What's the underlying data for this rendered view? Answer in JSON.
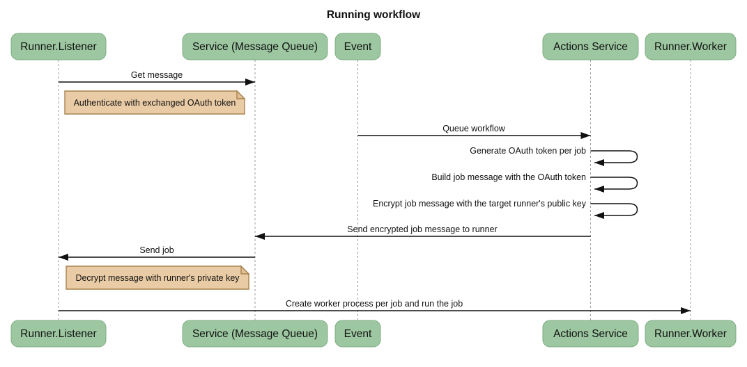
{
  "title": "Running workflow",
  "diagram_type": "sequence",
  "colors": {
    "actor_fill": "#9cc7a0",
    "actor_border": "#7fae85",
    "note_fill": "#e9cba5",
    "note_fold": "#e2bf94",
    "note_border": "#a8834f",
    "lifeline": "#9b9b9b",
    "message": "#111111"
  },
  "participants": [
    {
      "label": "Runner.Listener"
    },
    {
      "label": "Service (Message Queue)"
    },
    {
      "label": "Event"
    },
    {
      "label": "Actions Service"
    },
    {
      "label": "Runner.Worker"
    }
  ],
  "messages": [
    {
      "label": "Get message",
      "from": "Runner.Listener",
      "to": "Service (Message Queue)",
      "type": "solid"
    },
    {
      "label": "Queue workflow",
      "from": "Event",
      "to": "Actions Service",
      "type": "solid"
    },
    {
      "label": "Generate OAuth token per job",
      "from": "Actions Service",
      "to": "Actions Service",
      "type": "self"
    },
    {
      "label": "Build job message with the OAuth token",
      "from": "Actions Service",
      "to": "Actions Service",
      "type": "self"
    },
    {
      "label": "Encrypt job message with the target runner's public key",
      "from": "Actions Service",
      "to": "Actions Service",
      "type": "self"
    },
    {
      "label": "Send encrypted job message to runner",
      "from": "Actions Service",
      "to": "Service (Message Queue)",
      "type": "solid"
    },
    {
      "label": "Send job",
      "from": "Service (Message Queue)",
      "to": "Runner.Listener",
      "type": "solid"
    },
    {
      "label": "Create worker process per job and run the job",
      "from": "Runner.Listener",
      "to": "Runner.Worker",
      "type": "solid"
    }
  ],
  "notes": [
    {
      "text": "Authenticate with exchanged OAuth token",
      "position": "right of Runner.Listener"
    },
    {
      "text": "Decrypt message with runner's private key",
      "position": "right of Runner.Listener"
    }
  ]
}
